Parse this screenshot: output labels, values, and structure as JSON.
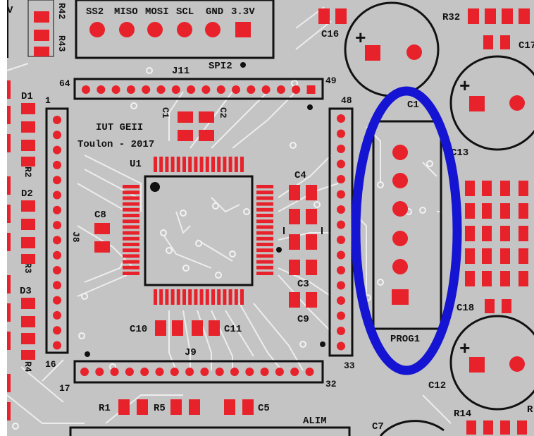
{
  "colors": {
    "board": "#c4c4c4",
    "trace": "#f2f2f2",
    "pad": "#e8222b",
    "silk": "#111111",
    "highlight": "#1414d2"
  },
  "labels": {
    "ss2": "SS2",
    "miso": "MISO",
    "mosi": "MOSI",
    "scl": "SCL",
    "gnd": "GND",
    "v33": "3.3V",
    "spi2": "SPI2",
    "j11": "J11",
    "pin64": "64",
    "pin49": "49",
    "pin48": "48",
    "pin1": "1",
    "pin16": "16",
    "pin17": "17",
    "pin32": "32",
    "pin33": "33",
    "title1": "IUT GEII",
    "title2": "Toulon - 2017",
    "u1": "U1",
    "c1": "C1",
    "c2": "C2",
    "c3": "C3",
    "c4": "C4",
    "c5": "C5",
    "c7": "C7",
    "c8": "C8",
    "c9": "C9",
    "c10": "C10",
    "c11": "C11",
    "c12": "C12",
    "c13": "C13",
    "c16": "C16",
    "c17": "C17",
    "c18": "C18",
    "c1top": "C1",
    "j8": "J8",
    "j9": "J9",
    "d1": "D1",
    "d2": "D2",
    "d3": "D3",
    "r1": "R1",
    "r2": "R2",
    "r3": "R3",
    "r4": "R4",
    "r5": "R5",
    "r14": "R14",
    "r32": "R32",
    "r42": "R42",
    "r43": "R43",
    "alim": "ALIM",
    "prog1": "PROG1",
    "v_edge": "V",
    "r_edge": "R",
    "plus": "+"
  }
}
